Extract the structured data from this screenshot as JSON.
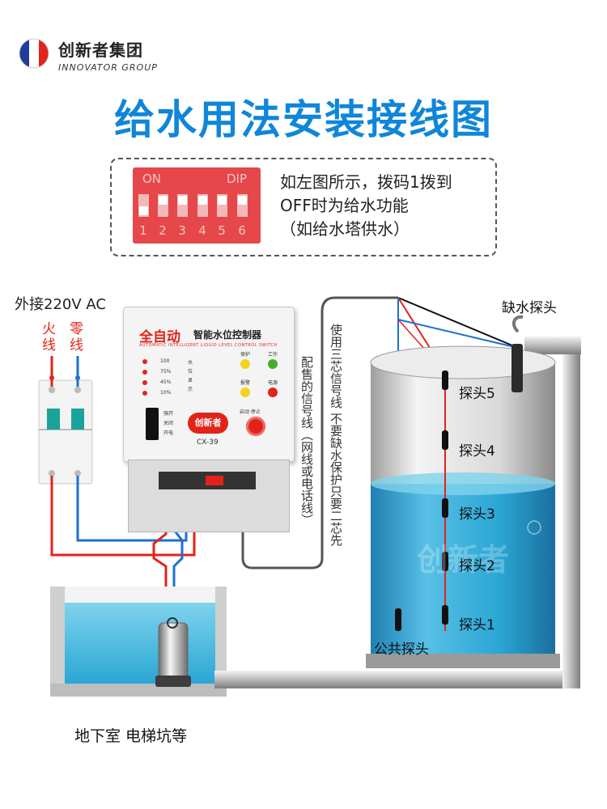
{
  "brand": {
    "name_cn": "创新者集团",
    "name_en": "INNOVATOR GROUP"
  },
  "title": "给水用法安装接线图",
  "dip_note": {
    "on_label": "ON",
    "dip_label": "DIP",
    "switch_numbers": [
      "1",
      "2",
      "3",
      "4",
      "5",
      "6"
    ],
    "text_lines": [
      "如左图所示，拨码1拨到",
      "OFF时为给水功能",
      "（如给水塔供水）"
    ]
  },
  "power": {
    "supply_label": "外接220V AC",
    "fire_wire": "火线",
    "zero_wire": "零线"
  },
  "controller": {
    "title_red": "全自动",
    "title_black": "智能水位控制器",
    "subtitle": "AUTOMATIC INTELLIGENT LIQUID LEVEL CONTROL SWITCH",
    "model": "CX-39",
    "logo": "创新者",
    "levels": [
      "100",
      "75%",
      "45%",
      "10%"
    ],
    "level_side": "水位显示",
    "switch_labels": [
      "强开",
      "关闭",
      "开电"
    ],
    "indicators": [
      "保护",
      "工作",
      "报警",
      "电源"
    ],
    "button_label": "启动 停止"
  },
  "cable_notes": {
    "supplied_signal": "配售的信号线（网线或电话线）",
    "three_core": "使用三芯信号线 不要缺水保护只要二芯先"
  },
  "tank": {
    "missing_water_probe": "缺水探头",
    "probes": [
      "探头5",
      "探头4",
      "探头3",
      "探头2",
      "探头1"
    ],
    "common_probe": "公共探头",
    "watermark": "创新者"
  },
  "basement_label": "地下室 电梯坑等",
  "colors": {
    "title_blue": "#0f86d8",
    "brand_red": "#e2231a",
    "wire_red": "#e2231a",
    "wire_blue": "#1e6fd1",
    "water": "#2aa6d4",
    "flag_blue": "#1f3c9c"
  }
}
